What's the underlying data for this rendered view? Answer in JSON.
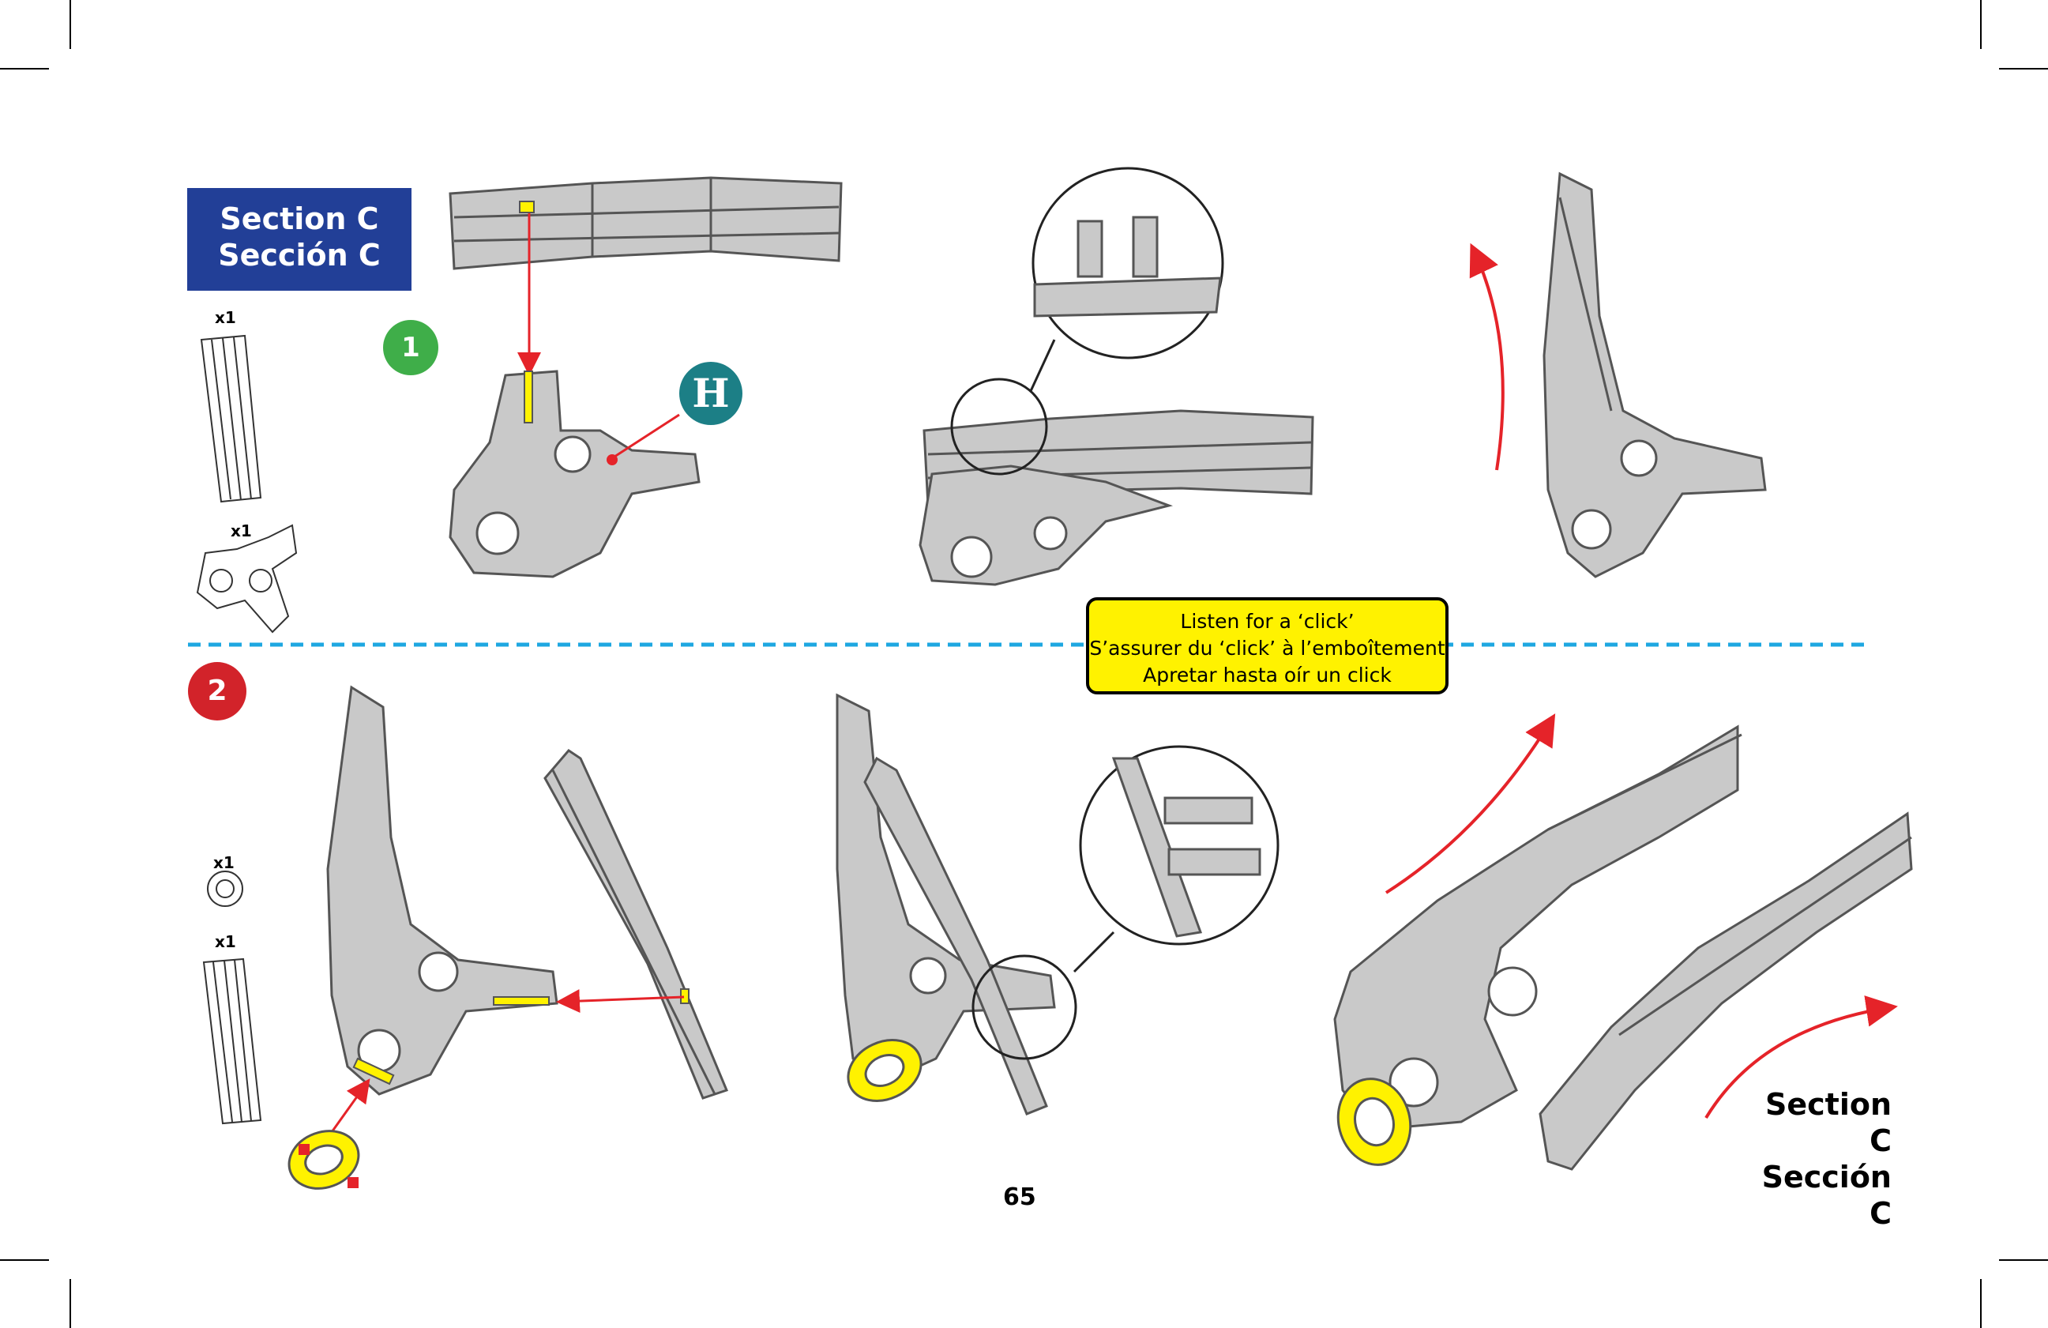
{
  "section_badge": {
    "line1": "Section C",
    "line2": "Sección C"
  },
  "steps": {
    "step1": "1",
    "step2": "2"
  },
  "part_marker": "H",
  "callout": {
    "en": "Listen for a ‘click’",
    "fr": "S’assurer du ‘click’ à l’emboîtement",
    "es": "Apretar hasta oír un click"
  },
  "quantities": {
    "q1": "x1",
    "q2": "x1",
    "q3": "x1",
    "q4": "x1"
  },
  "section_label": {
    "line1": "Section C",
    "line2": "Sección C"
  },
  "page_number": "65",
  "colors": {
    "badge_blue": "#223f97",
    "step1_green": "#3fae49",
    "step2_red": "#d2232a",
    "marker_teal": "#1c7f86",
    "callout_yellow": "#fff200",
    "divider_cyan": "#1ea7e1",
    "arrow_red": "#e52329",
    "highlight_yellow": "#fff200",
    "part_gray": "#c9c9c9"
  }
}
